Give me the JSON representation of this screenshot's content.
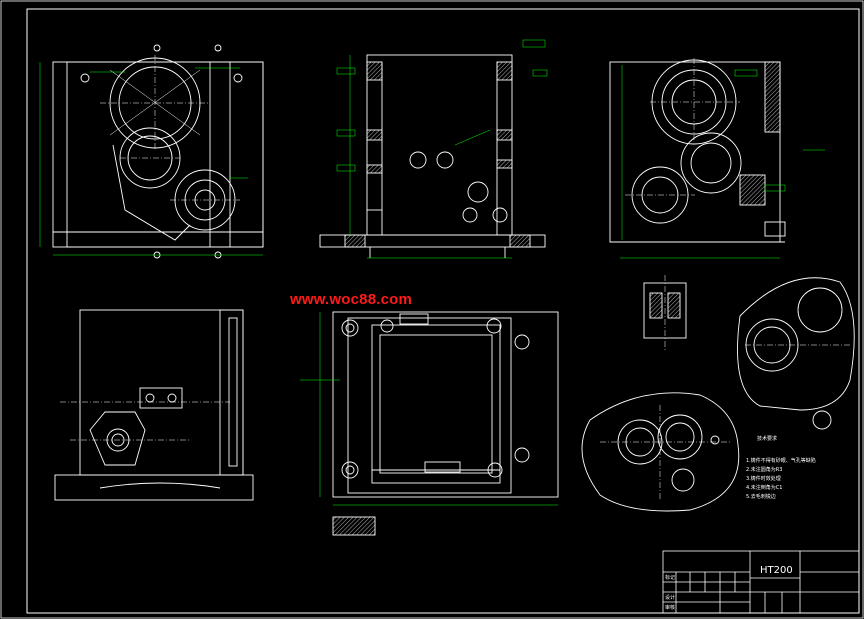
{
  "watermark": "www.woc88.com",
  "title_block": {
    "material": "HT200",
    "row_labels": [
      "标记",
      "设计",
      "审核"
    ]
  },
  "colors": {
    "background": "#000000",
    "outline": "#ffffff",
    "centerline": "#ffffff",
    "dimension": "#00ff00",
    "hatch": "#ffffff",
    "watermark": "#ff1a1a"
  },
  "views": [
    "top-left-front-view",
    "top-middle-section-view",
    "top-right-section-view",
    "bottom-left-side-view",
    "bottom-middle-plan-view",
    "small-detail-view",
    "right-cam-profile-view",
    "bottom-right-cam-profile-view"
  ],
  "notes_heading": "技术要求",
  "notes": [
    "1.铸件不得有砂眼、气孔等缺陷",
    "2.未注圆角为R3",
    "3.铸件时效处理",
    "4.未注倒角为C1",
    "5.去毛刺锐边"
  ]
}
